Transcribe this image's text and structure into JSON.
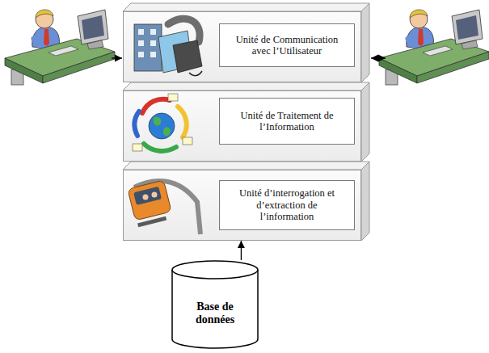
{
  "diagram": {
    "nodes": [
      {
        "text": []
      },
      {
        "text": [
          "Unité de Communication avec l’Utilisateur"
        ],
        "in": 0
      },
      {
        "text": []
      },
      {
        "text": [
          "Unité de Traitement de l’Information"
        ],
        "in": 2
      },
      {
        "text": []
      },
      {
        "text": [
          "Unité d’interrogation et d’extraction de l’information"
        ],
        "in": 4
      },
      {
        "text": [
          "Base de données"
        ]
      }
    ],
    "edges": [
      {
        "from": 6,
        "to": 4,
        "arrow": "to"
      }
    ]
  }
}
